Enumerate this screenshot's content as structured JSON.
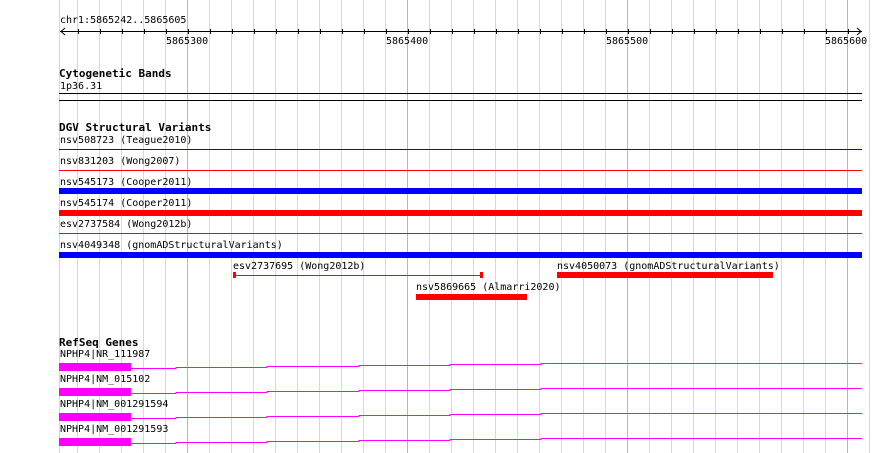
{
  "ruler": {
    "position": "chr1:5865242..5865605",
    "ticks": [
      "5865300",
      "5865400",
      "5865500",
      "5865600"
    ]
  },
  "cytoband": {
    "title": "Cytogenetic Bands",
    "band": "1p36.31"
  },
  "dgv": {
    "title": "DGV Structural Variants",
    "variants": [
      {
        "label": "nsv508723 (Teague2010)",
        "color": "#0000ff"
      },
      {
        "label": "nsv831203 (Wong2007)",
        "color": "#ff0000"
      },
      {
        "label": "nsv545173 (Cooper2011)",
        "color": "#0000ff"
      },
      {
        "label": "nsv545174 (Cooper2011)",
        "color": "#ff0000"
      },
      {
        "label": "esv2737584 (Wong2012b)",
        "color": "#ff0000"
      },
      {
        "label": "nsv4049348 (gnomADStructuralVariants)",
        "color": "#0000ff"
      },
      {
        "label": "esv2737695 (Wong2012b)",
        "color": "#ff0000"
      },
      {
        "label": "nsv4050073 (gnomADStructuralVariants)",
        "color": "#ff0000"
      },
      {
        "label": "nsv5869665 (Almarri2020)",
        "color": "#ff0000"
      }
    ]
  },
  "refseq": {
    "title": "RefSeq Genes",
    "color": "#ff00ff",
    "genes": [
      "NPHP4|NR_111987",
      "NPHP4|NM_015102",
      "NPHP4|NM_001291594",
      "NPHP4|NM_001291593"
    ]
  }
}
